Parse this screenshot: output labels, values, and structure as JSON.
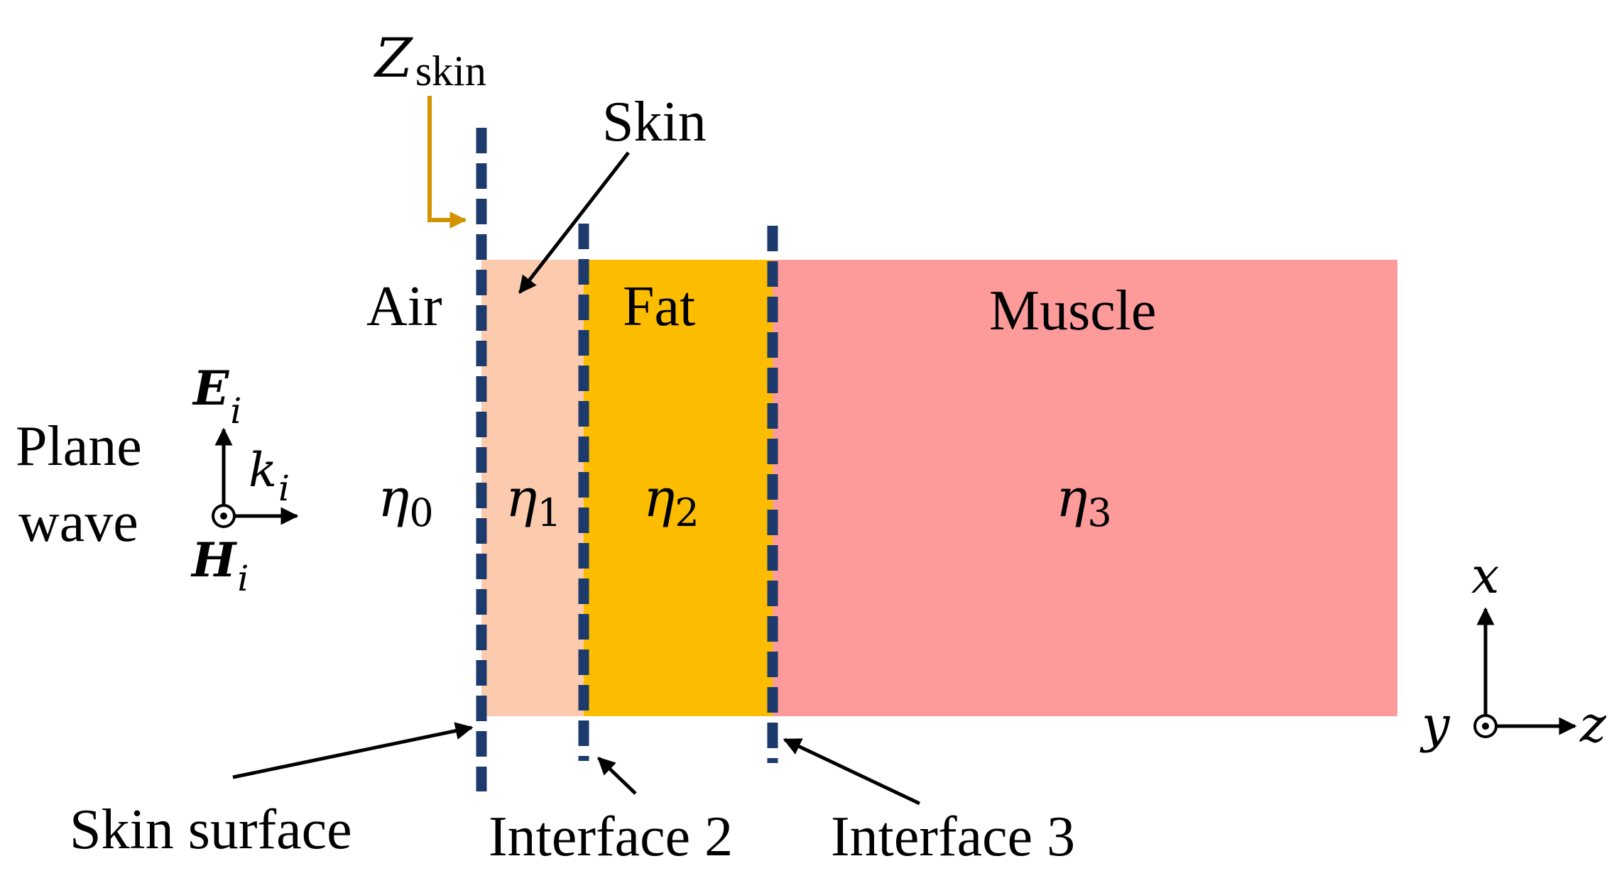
{
  "labels": {
    "z_main": "Z",
    "z_sub": "skin",
    "skin": "Skin",
    "air": "Air",
    "fat": "Fat",
    "muscle": "Muscle",
    "plane": "Plane",
    "wave": "wave",
    "skin_surface": "Skin surface",
    "interface2": "Interface 2",
    "interface3": "Interface 3"
  },
  "field": {
    "e_main": "E",
    "e_sub": "i",
    "k_main": "k",
    "k_sub": "i",
    "h_main": "H",
    "h_sub": "i"
  },
  "impedances": {
    "eta0_main": "η",
    "eta0_sub": "0",
    "eta1_main": "η",
    "eta1_sub": "1",
    "eta2_main": "η",
    "eta2_sub": "2",
    "eta3_main": "η",
    "eta3_sub": "3"
  },
  "axes": {
    "x": "x",
    "y": "y",
    "z": "z"
  },
  "colors": {
    "skin_layer": "#FCCBAE",
    "fat_layer": "#FCBD00",
    "muscle_layer": "#FD9A9A",
    "interface_line": "#1C3A6B",
    "z_arrow": "#D39300",
    "ink": "#000000"
  }
}
